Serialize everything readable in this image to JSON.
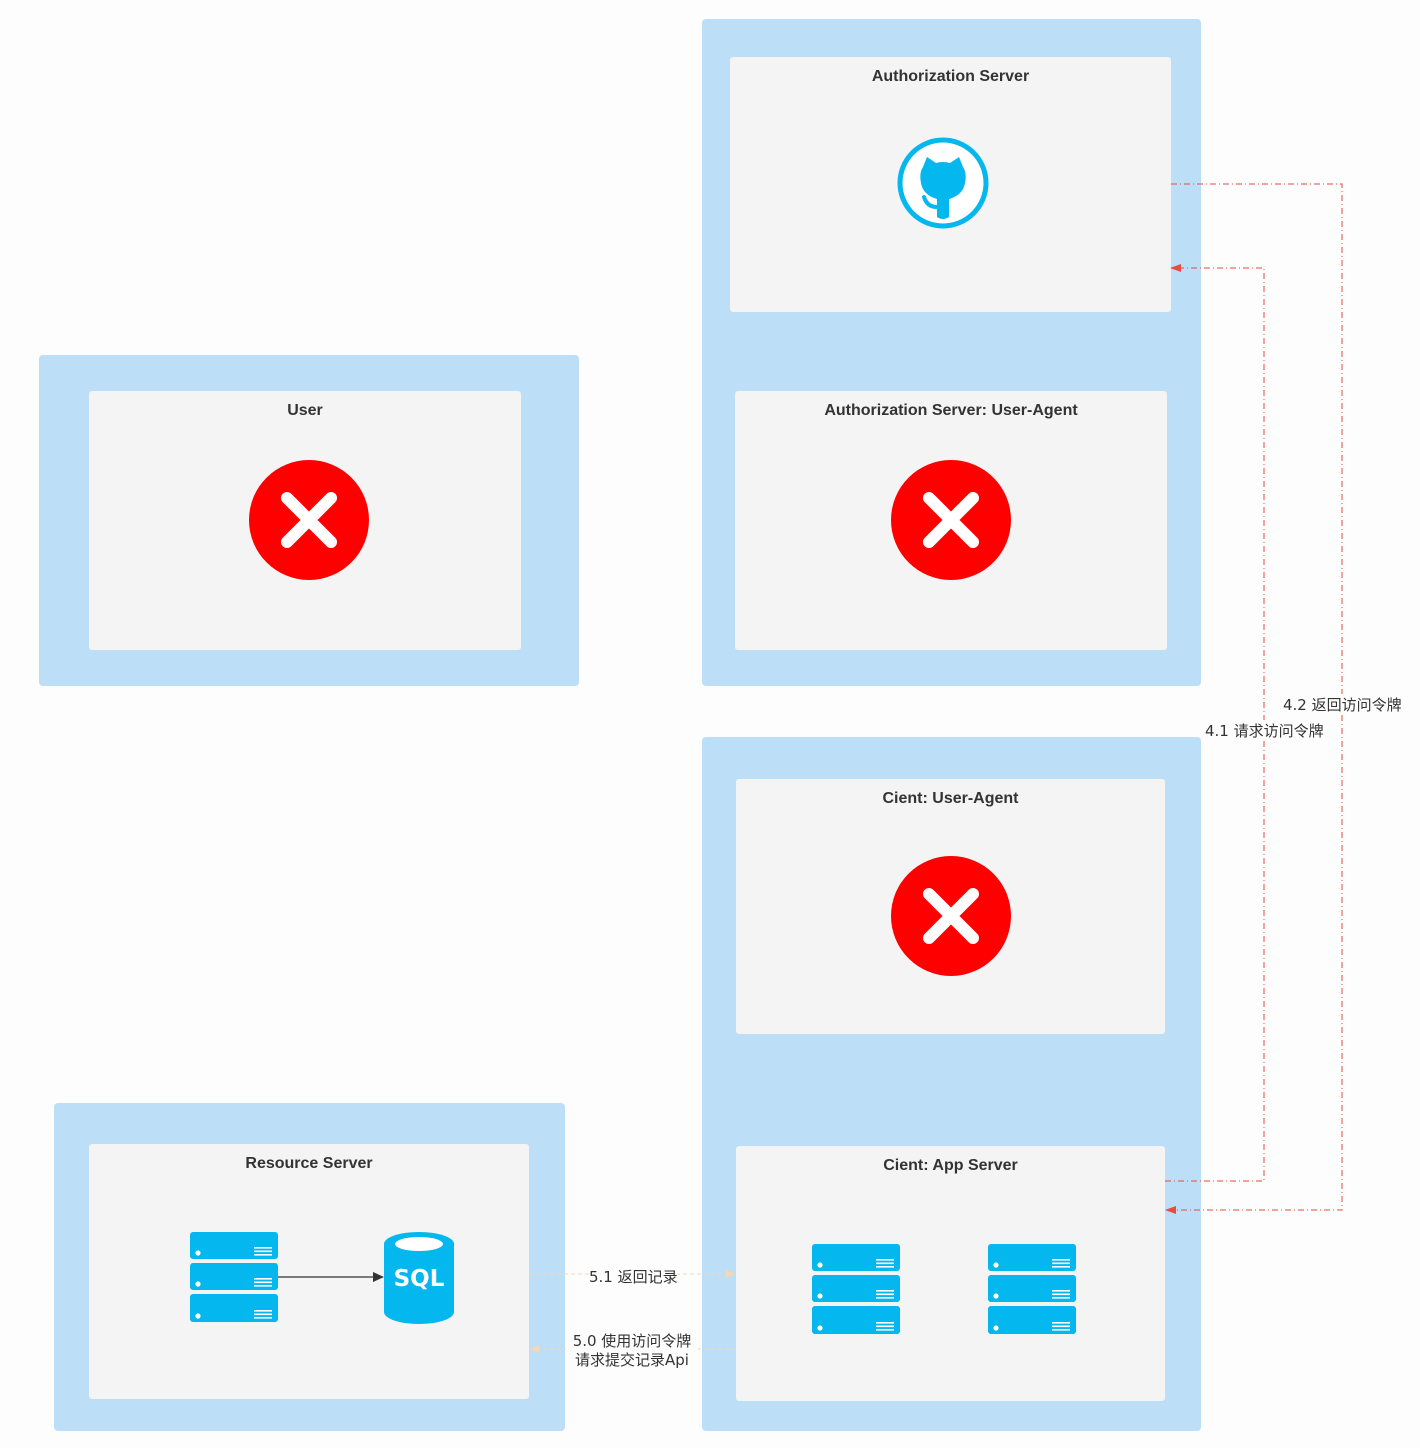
{
  "boxes": {
    "user": {
      "title": "User"
    },
    "auth_server": {
      "title": "Authorization Server"
    },
    "auth_user_agent": {
      "title": "Authorization Server: User-Agent"
    },
    "client_user_agent": {
      "title": "Cient: User-Agent"
    },
    "client_app_server": {
      "title": "Cient: App Server"
    },
    "resource_server": {
      "title": "Resource Server"
    }
  },
  "icons": {
    "auth_server": "github-icon",
    "auth_user_agent": "error-x-icon",
    "user": "error-x-icon",
    "client_user_agent": "error-x-icon",
    "client_app_server": [
      "server-stack-icon",
      "server-stack-icon"
    ],
    "resource_server": [
      "server-stack-icon",
      "sql-database-icon"
    ]
  },
  "sql_text": "SQL",
  "edges": {
    "e41": {
      "label": "4.1 请求访问令牌",
      "color": "#e74c3c",
      "style": "dash-dot"
    },
    "e42": {
      "label": "4.2 返回访问令牌",
      "color": "#e74c3c",
      "style": "dash-dot"
    },
    "e51": {
      "label": "5.1 返回记录",
      "color": "#f5d6b4",
      "style": "dashed"
    },
    "e50": {
      "label_line1": "5.0 使用访问令牌",
      "label_line2": "请求提交记录Api",
      "color": "#f5d6b4",
      "style": "dashed"
    }
  },
  "colors": {
    "outer_container": "#bcdff7",
    "inner_panel": "#f4f4f4",
    "icon_blue": "#04b7ee",
    "error_red": "#ff0000"
  }
}
